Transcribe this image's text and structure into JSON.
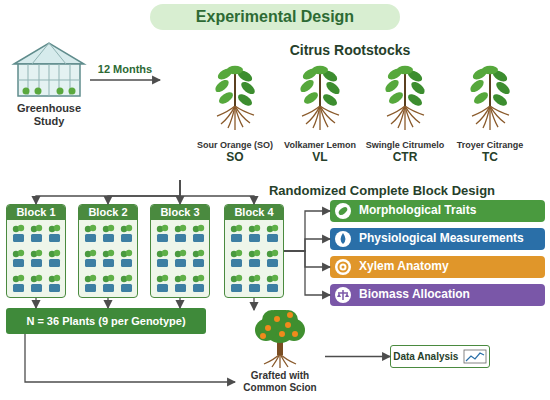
{
  "diagram": {
    "title": "Experimental Design",
    "nodes": [
      {
        "text": [
          "Greenhouse Study"
        ]
      },
      {
        "text": [
          "Citrus Rootstocks"
        ]
      },
      {
        "text": [
          "Sour Orange (SO)",
          "SO"
        ],
        "in": 1
      },
      {
        "text": [
          "Volkamer Lemon",
          "VL"
        ],
        "in": 1
      },
      {
        "text": [
          "Swingle Citrumelo",
          "CTR"
        ],
        "in": 1
      },
      {
        "text": [
          "Troyer Citrange",
          "TC"
        ],
        "in": 1
      },
      {
        "text": [
          "Block 1"
        ]
      },
      {
        "text": [
          "Block 2"
        ]
      },
      {
        "text": [
          "Block 3"
        ]
      },
      {
        "text": [
          "Block 4"
        ]
      },
      {
        "text": [
          "N = 36 Plants (9 per Genotype)"
        ]
      },
      {
        "text": [
          "Morphological Traits"
        ]
      },
      {
        "text": [
          "Physiological Measurements"
        ]
      },
      {
        "text": [
          "Xylem Anatomy"
        ]
      },
      {
        "text": [
          "Biomass Allocation"
        ]
      },
      {
        "text": [
          "Grafted with Common Scion"
        ]
      },
      {
        "text": [
          "Data Analysis"
        ]
      }
    ],
    "edges": [
      {
        "from": 0,
        "to": 1,
        "label": "12 Months",
        "arrow": "to"
      },
      {
        "from": 1,
        "to": 6,
        "arrow": "to"
      },
      {
        "from": 1,
        "to": 7,
        "arrow": "to"
      },
      {
        "from": 1,
        "to": 8,
        "arrow": "to"
      },
      {
        "from": 1,
        "to": 9,
        "arrow": "to"
      },
      {
        "from": 6,
        "to": 10,
        "arrow": "to"
      },
      {
        "from": 7,
        "to": 10,
        "arrow": "to"
      },
      {
        "from": 8,
        "to": 10,
        "arrow": "to"
      },
      {
        "from": 9,
        "to": 15,
        "arrow": "to"
      },
      {
        "from": 9,
        "to": 11,
        "arrow": "to"
      },
      {
        "from": 9,
        "to": 12,
        "arrow": "to"
      },
      {
        "from": 9,
        "to": 13,
        "arrow": "to"
      },
      {
        "from": 9,
        "to": 14,
        "arrow": "to"
      },
      {
        "from": 10,
        "to": 15,
        "arrow": "to"
      },
      {
        "from": 15,
        "to": 16,
        "arrow": "to"
      }
    ],
    "labels": [
      "Randomized Complete Block Design"
    ]
  }
}
